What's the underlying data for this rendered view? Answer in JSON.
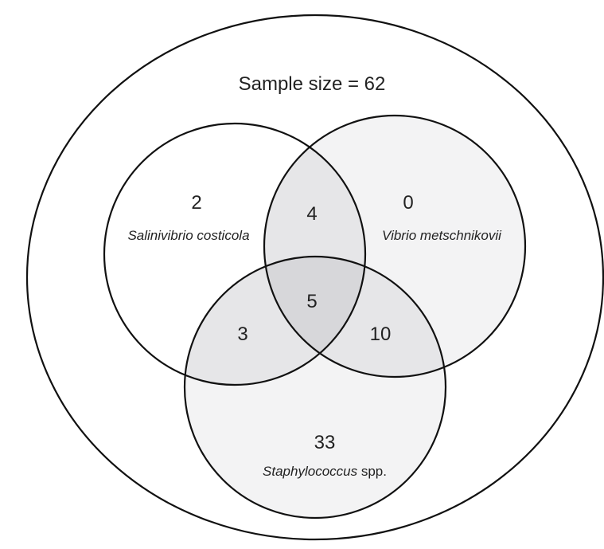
{
  "diagram": {
    "title": "Sample size = 62",
    "sets": {
      "salinivibrio": {
        "label": "Salinivibrio costicola",
        "only": "2"
      },
      "vibrio": {
        "label": "Vibrio metschnikovii",
        "only": "0"
      },
      "staph": {
        "label_italic": "Staphylococcus",
        "label_suffix": " spp.",
        "only": "33"
      }
    },
    "intersections": {
      "salinivibrio_vibrio": "4",
      "salinivibrio_staph": "3",
      "vibrio_staph": "10",
      "all_three": "5"
    },
    "colors": {
      "outline": "#111111",
      "fill_single": "#f3f3f4",
      "fill_double": "#e6e6e8",
      "fill_triple": "#d7d7da",
      "background": "#ffffff"
    }
  }
}
